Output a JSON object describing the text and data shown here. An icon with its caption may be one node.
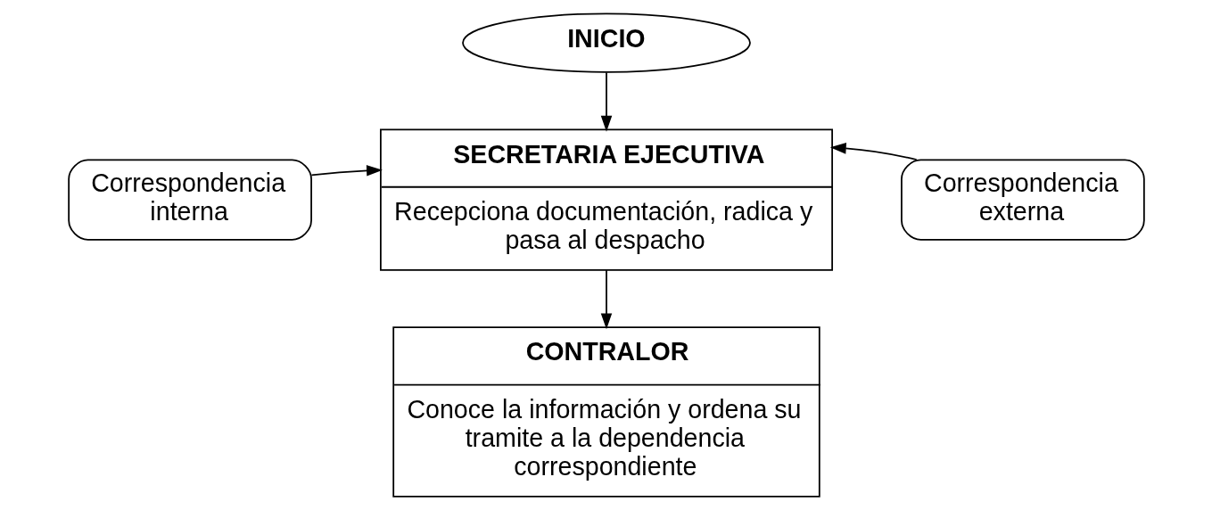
{
  "diagram": {
    "nodes": [
      {
        "text": [
          "INICIO"
        ]
      },
      {
        "text": [
          "SECRETARIA EJECUTIVA",
          "Recepciona documentación, radica y pasa al despacho"
        ]
      },
      {
        "text": [
          "Correspondencia interna"
        ]
      },
      {
        "text": [
          "Correspondencia externa"
        ]
      },
      {
        "text": [
          "CONTRALOR",
          "Conoce la información y ordena su tramite a la dependencia correspondiente"
        ]
      }
    ],
    "edges": [
      {
        "from": 0,
        "to": 1,
        "arrow": "to"
      },
      {
        "from": 2,
        "to": 1,
        "arrow": "to"
      },
      {
        "from": 3,
        "to": 1,
        "arrow": "to"
      },
      {
        "from": 1,
        "to": 4,
        "arrow": "to"
      }
    ]
  }
}
